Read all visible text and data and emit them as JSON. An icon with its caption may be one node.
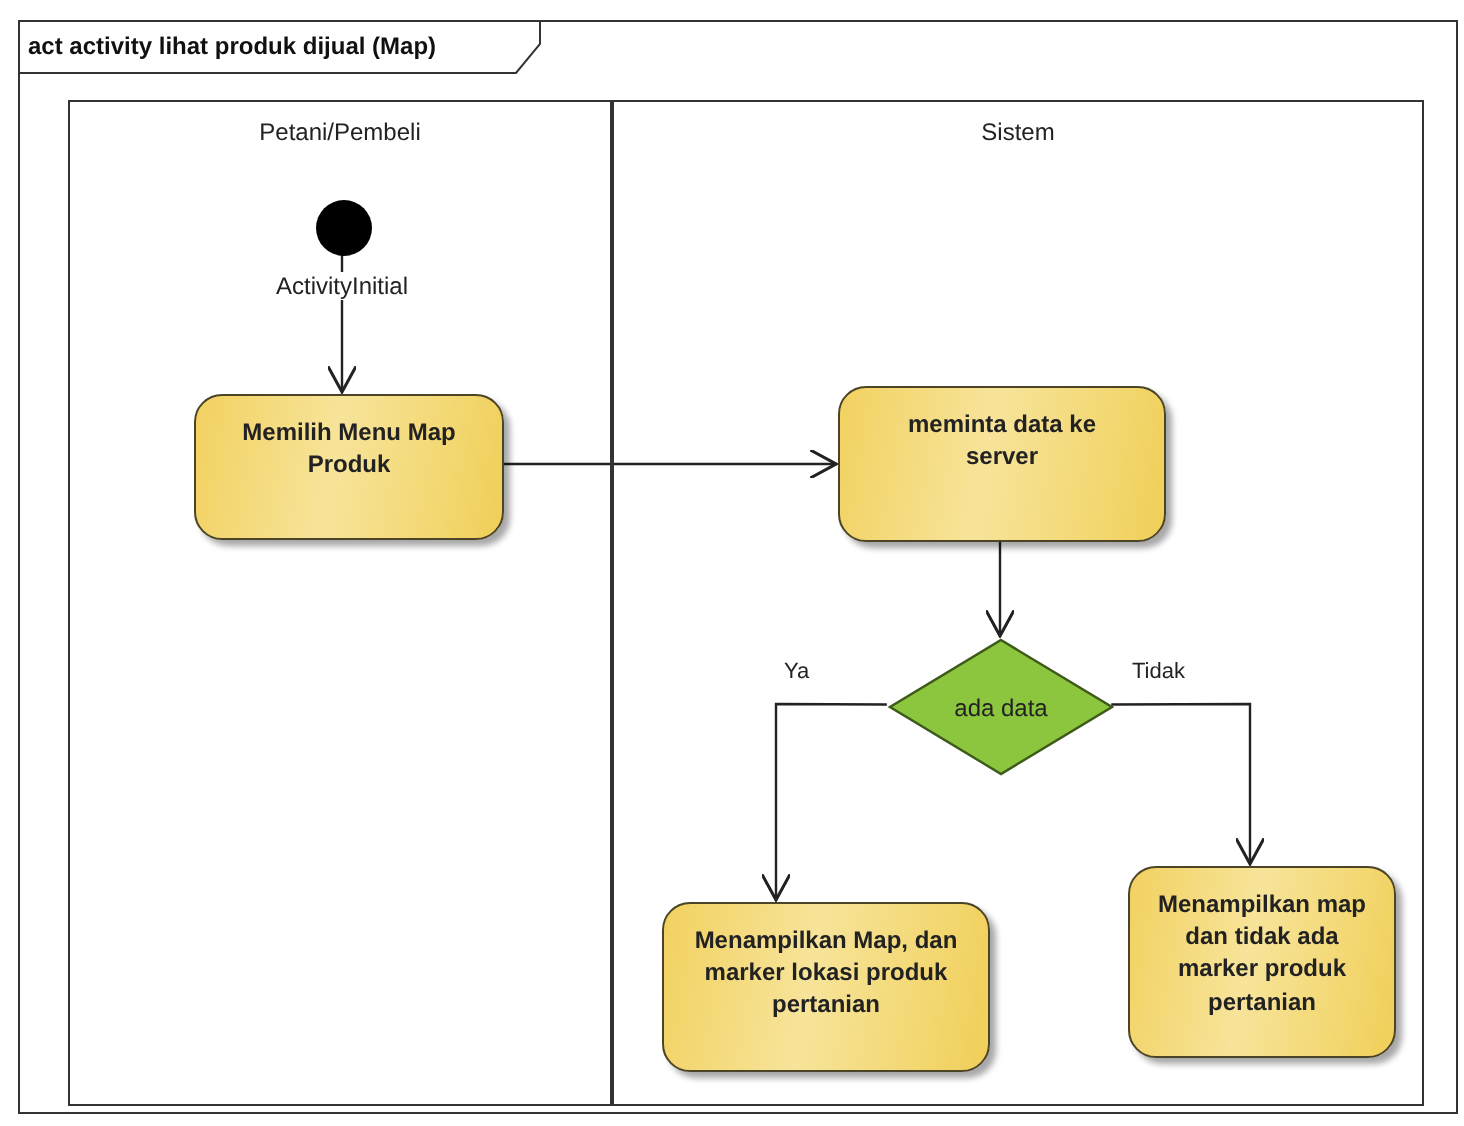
{
  "diagram": {
    "title": "act activity lihat produk dijual (Map)",
    "nodes": [
      {
        "text": [
          "Petani/Pembeli"
        ]
      },
      {
        "text": [
          "Sistem"
        ]
      },
      {
        "text": [],
        "shape": "circle",
        "in": 0,
        "beside": [
          "ActivityInitial"
        ]
      },
      {
        "text": [
          "Memilih Menu Map Produk"
        ],
        "in": 0
      },
      {
        "text": [
          "meminta data ke server"
        ],
        "in": 1
      },
      {
        "text": [
          "ada data"
        ],
        "in": 1
      },
      {
        "text": [
          "Menampilkan Map, dan marker lokasi produk pertanian"
        ],
        "in": 1
      },
      {
        "text": [
          "Menampilkan map dan tidak ada marker produk pertanian"
        ],
        "in": 1
      }
    ],
    "edges": [
      {
        "from": 2,
        "to": 3,
        "arrow": "to"
      },
      {
        "from": 3,
        "to": 4,
        "arrow": "to"
      },
      {
        "from": 4,
        "to": 5,
        "arrow": "to"
      },
      {
        "from": 5,
        "to": 6,
        "arrow": "to",
        "label": "Ya"
      },
      {
        "from": 5,
        "to": 7,
        "arrow": "to",
        "label": "Tidak"
      }
    ]
  }
}
